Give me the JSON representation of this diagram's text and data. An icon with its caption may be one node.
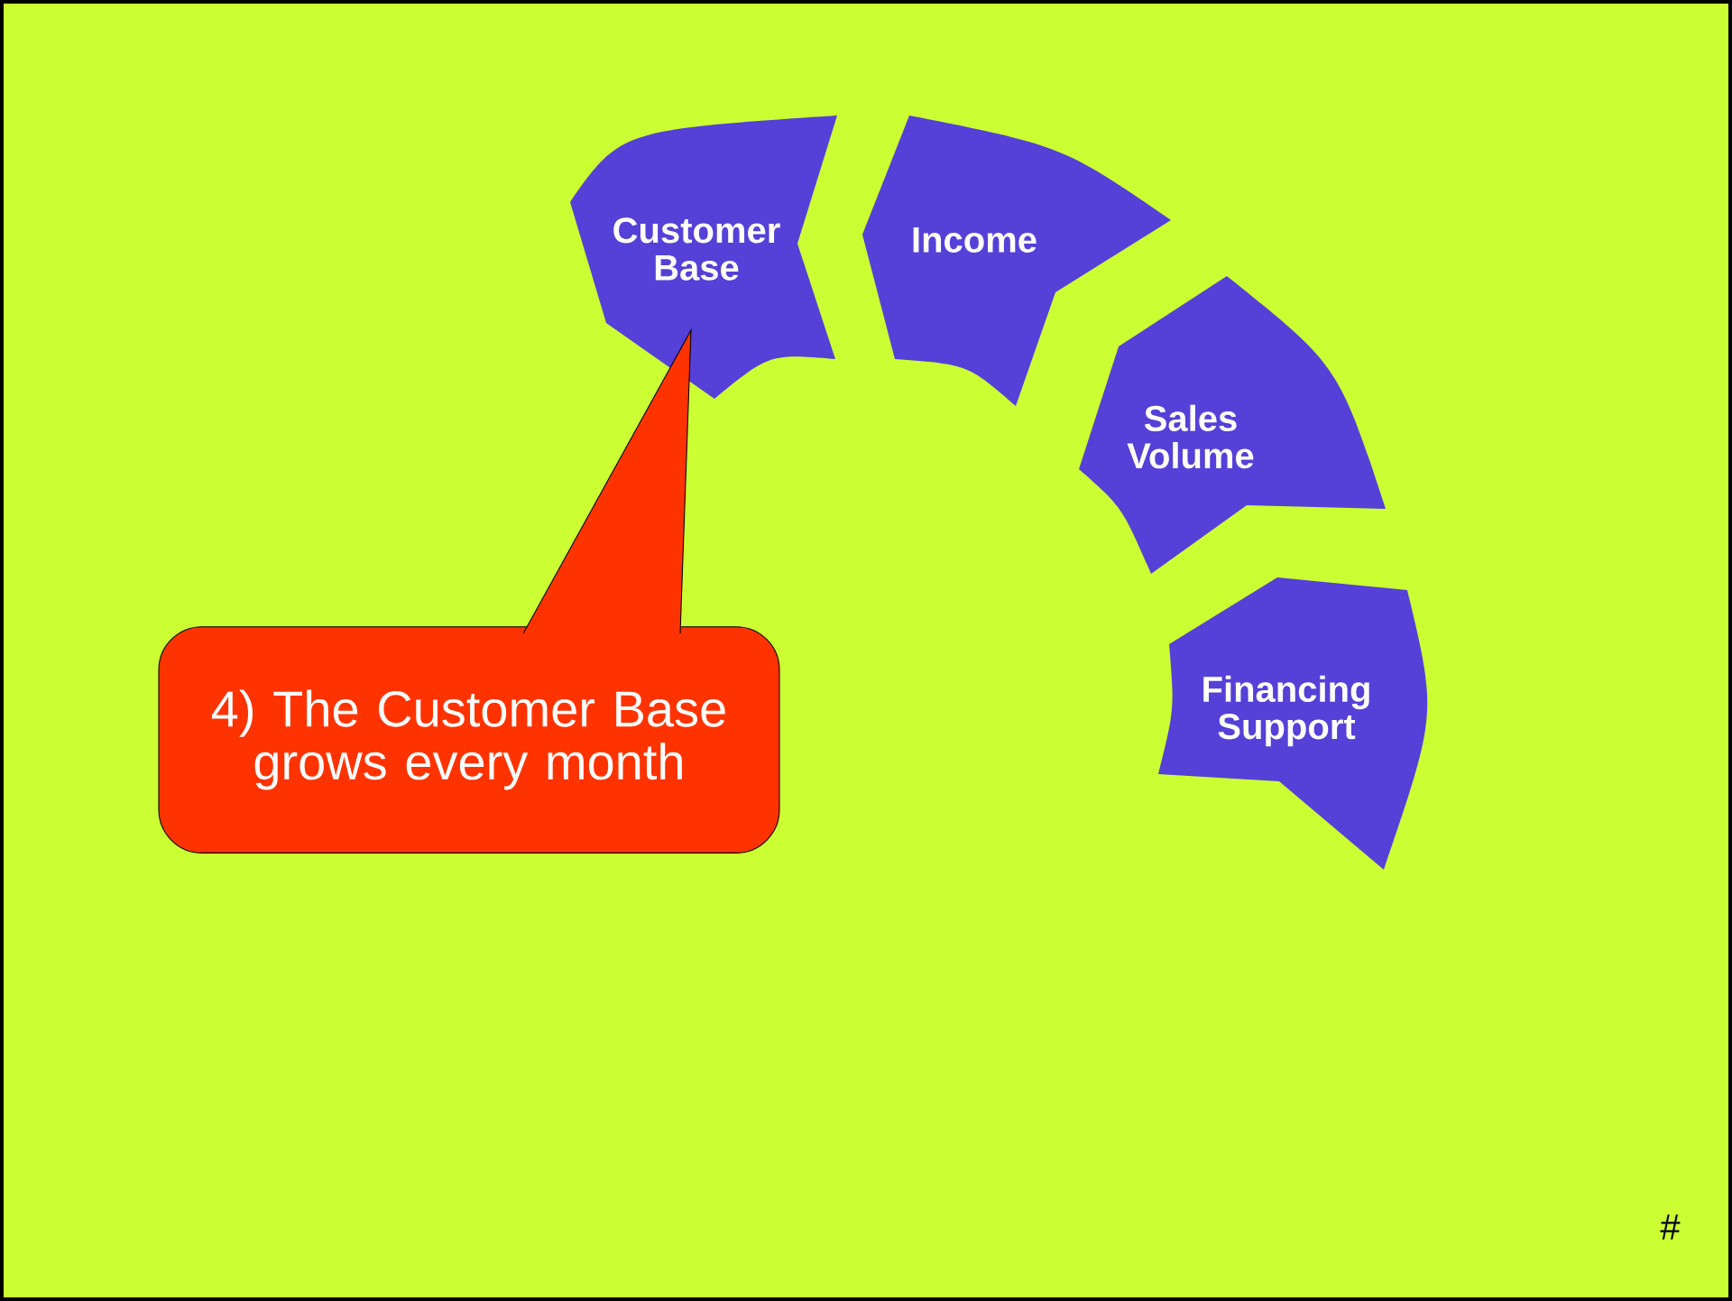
{
  "diagram": {
    "nodes": [
      {
        "text": [
          "Customer Base"
        ]
      },
      {
        "text": [
          "Income"
        ]
      },
      {
        "text": [
          "Sales Volume"
        ]
      },
      {
        "text": [
          "Financing Support"
        ]
      },
      {
        "text": [
          "4) The Customer Base grows every month"
        ]
      }
    ],
    "labels": [
      "#"
    ]
  }
}
